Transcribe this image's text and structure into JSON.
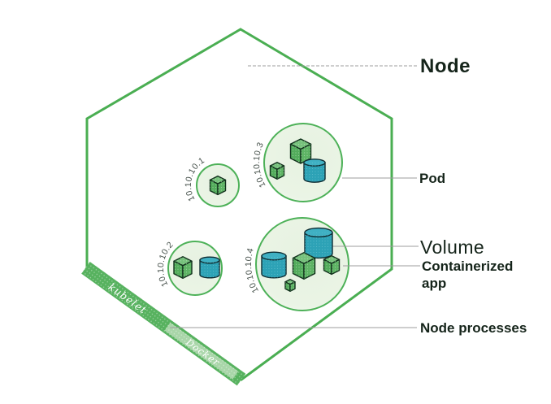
{
  "diagram": {
    "type": "kubernetes-node-overview",
    "labels": {
      "node": "Node",
      "pod": "Pod",
      "volume": "Volume",
      "containerized_app_line1": "Containerized",
      "containerized_app_line2": "app",
      "node_processes": "Node processes"
    },
    "node_process_band": {
      "kubelet": "kubelet",
      "docker": "Docker"
    },
    "pods": [
      {
        "ip": "10.10.10.1",
        "containers": 1,
        "volumes": 0
      },
      {
        "ip": "10.10.10.2",
        "containers": 1,
        "volumes": 1
      },
      {
        "ip": "10.10.10.3",
        "containers": 2,
        "volumes": 1
      },
      {
        "ip": "10.10.10.4",
        "containers": 3,
        "volumes": 2
      }
    ],
    "colors": {
      "hexagon_border": "#4aae52",
      "pod_fill": "#e9f3e4",
      "pod_fill_edge": "#f5faf2",
      "pod_border": "#4db158",
      "cube_top": "#76c17c",
      "cube_left": "#52ab5b",
      "cube_right": "#5db364",
      "cube_outline": "#10301b",
      "cylinder_body": "#2da2b6",
      "cylinder_top": "#3fb0c3",
      "cylinder_outline": "#0f2d33",
      "band_dark": "#57b25f",
      "band_light": "#a9d6a9",
      "leader_line": "#9c9c9c",
      "label_text": "#15241a",
      "ip_text": "#45504a",
      "band_text": "#ffffff"
    }
  }
}
